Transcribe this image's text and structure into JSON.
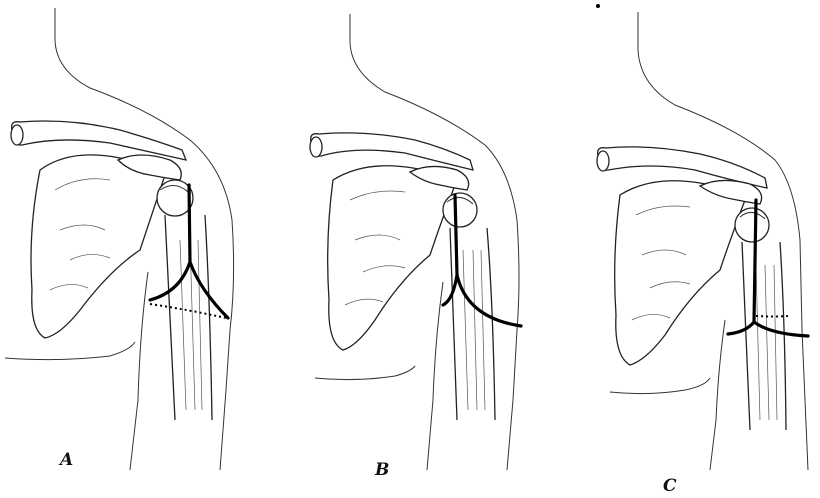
{
  "figure": {
    "panels": [
      {
        "label": "A",
        "incision": "y-shaped",
        "dotted_line": true
      },
      {
        "label": "B",
        "incision": "curved",
        "dotted_line": false
      },
      {
        "label": "C",
        "incision": "l-shaped",
        "dotted_line": true
      }
    ]
  }
}
